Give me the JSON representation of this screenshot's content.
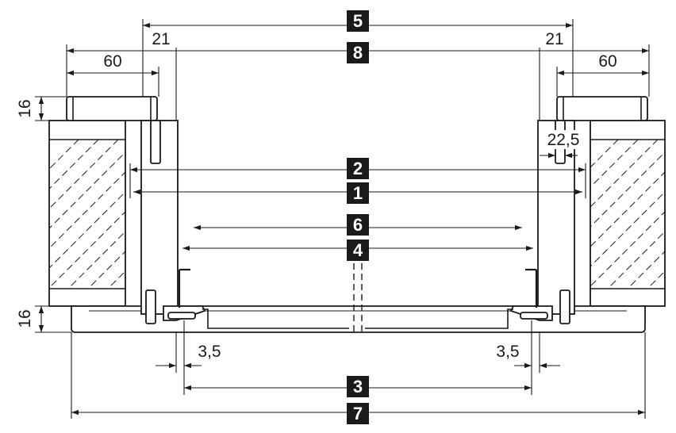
{
  "dimensions": {
    "door_width_left": "60",
    "door_width_right": "60",
    "gap_left": "21",
    "gap_right": "21",
    "thickness_top": "16",
    "thickness_bottom": "16",
    "offset_left": "3,5",
    "offset_right": "3,5",
    "hinge_offset": "22,5"
  },
  "markers": [
    "1",
    "2",
    "3",
    "4",
    "5",
    "6",
    "7",
    "8"
  ],
  "colors": {
    "line": "#1a1a1a",
    "marker_bg": "#1a1a1a",
    "marker_text": "#ffffff",
    "background": "#ffffff"
  }
}
